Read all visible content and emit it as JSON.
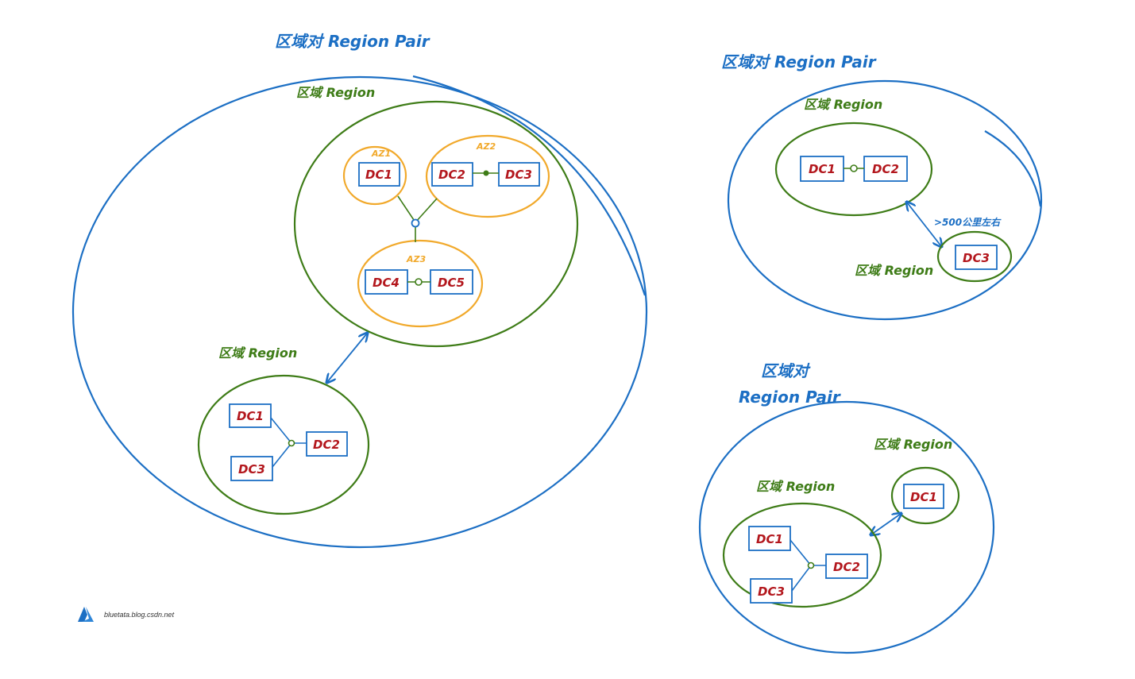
{
  "colors": {
    "region_pair": "#1c6fc4",
    "region": "#3e7c17",
    "availability_zone": "#f1a92b",
    "dc_text": "#b3171d",
    "dc_border": "#1c6fc4"
  },
  "diagram_left": {
    "pair_label": "区域对 Region Pair",
    "region_a_label": "区域 Region",
    "az1_label": "AZ1",
    "az2_label": "AZ2",
    "az3_label": "AZ3",
    "az1_dc1": "DC1",
    "az2_dc2": "DC2",
    "az2_dc3": "DC3",
    "az3_dc4": "DC4",
    "az3_dc5": "DC5",
    "region_b_label": "区域 Region",
    "region_b_dc1": "DC1",
    "region_b_dc2": "DC2",
    "region_b_dc3": "DC3"
  },
  "diagram_top_right": {
    "pair_label": "区域对 Region Pair",
    "region_a_label": "区域 Region",
    "region_a_dc1": "DC1",
    "region_a_dc2": "DC2",
    "distance_label": ">500公里左右",
    "region_b_label": "区域 Region",
    "region_b_dc3": "DC3"
  },
  "diagram_bottom_right": {
    "pair_label_line1": "区域对",
    "pair_label_line2": "Region Pair",
    "region_a_label": "区域 Region",
    "region_a_dc1": "DC1",
    "region_a_dc2": "DC2",
    "region_a_dc3": "DC3",
    "region_b_label": "区域 Region",
    "region_b_dc1": "DC1"
  },
  "credit": {
    "icon": "azure-logo-icon",
    "text": "bluetata.blog.csdn.net"
  }
}
